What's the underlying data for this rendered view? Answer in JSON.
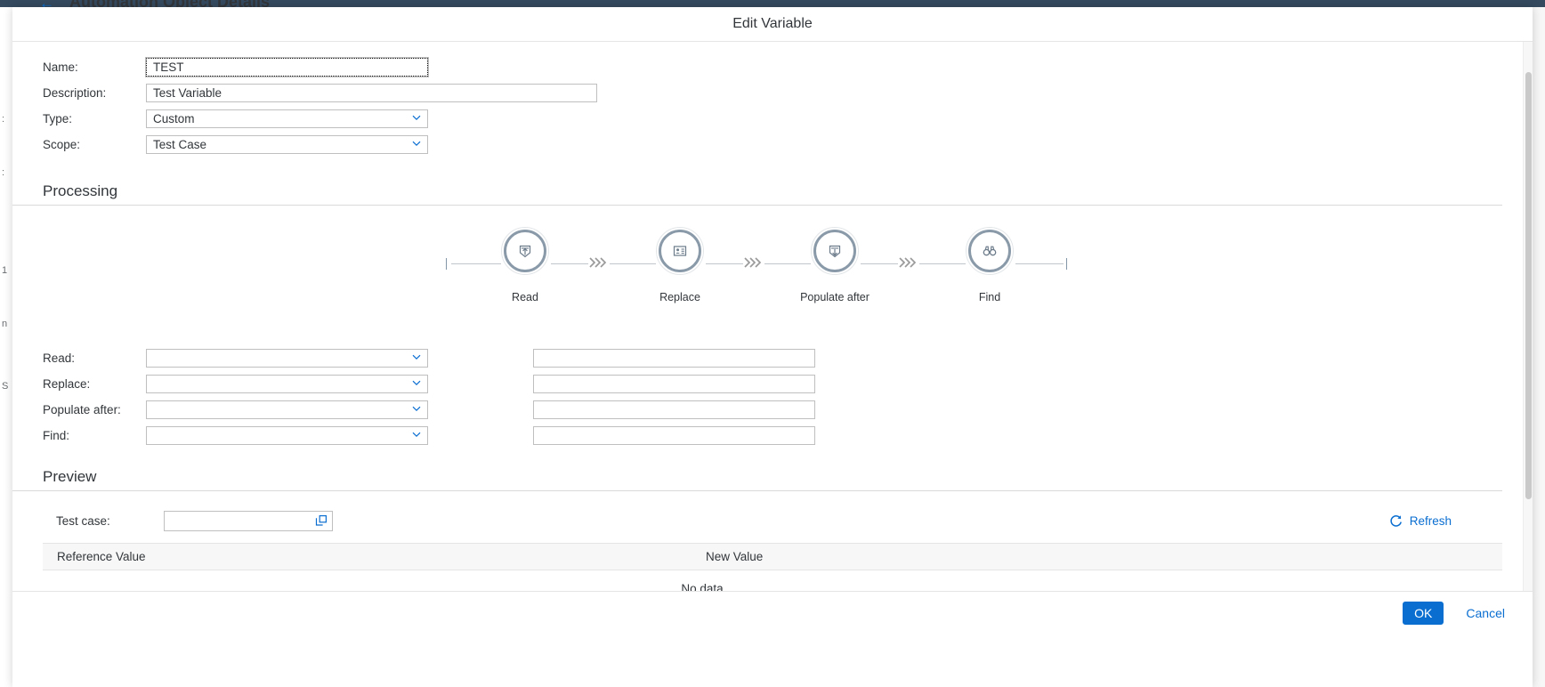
{
  "background": {
    "page_title": "Automation Object Details",
    "back_icon": "back-arrow-icon",
    "side_marks": [
      "",
      "",
      "",
      "",
      ""
    ]
  },
  "dialog": {
    "title": "Edit Variable",
    "footer": {
      "ok_label": "OK",
      "cancel_label": "Cancel"
    }
  },
  "form": {
    "name": {
      "label": "Name:",
      "value": "TEST",
      "placeholder": ""
    },
    "description": {
      "label": "Description:",
      "value": "Test Variable",
      "placeholder": ""
    },
    "type": {
      "label": "Type:",
      "value": "Custom",
      "placeholder": "",
      "icon": "chevron-down-icon"
    },
    "scope": {
      "label": "Scope:",
      "value": "Test Case",
      "placeholder": "",
      "icon": "chevron-down-icon"
    }
  },
  "processing": {
    "heading": "Processing",
    "steps": [
      {
        "label": "Read",
        "icon": "upload-icon"
      },
      {
        "label": "Replace",
        "icon": "contact-card-icon"
      },
      {
        "label": "Populate after",
        "icon": "download-icon"
      },
      {
        "label": "Find",
        "icon": "binoculars-icon"
      }
    ],
    "connector_icon": "triple-chevron-right-icon",
    "params": [
      {
        "label": "Read:",
        "select_value": "",
        "select_placeholder": "",
        "text_value": "",
        "text_placeholder": ""
      },
      {
        "label": "Replace:",
        "select_value": "",
        "select_placeholder": "",
        "text_value": "",
        "text_placeholder": ""
      },
      {
        "label": "Populate after:",
        "select_value": "",
        "select_placeholder": "",
        "text_value": "",
        "text_placeholder": ""
      },
      {
        "label": "Find:",
        "select_value": "",
        "select_placeholder": "",
        "text_value": "",
        "text_placeholder": ""
      }
    ]
  },
  "preview": {
    "heading": "Preview",
    "test_case": {
      "label": "Test case:",
      "value": "",
      "placeholder": "",
      "icon": "value-help-icon"
    },
    "refresh": {
      "label": "Refresh",
      "icon": "refresh-icon"
    },
    "table": {
      "columns": [
        "Reference Value",
        "New Value"
      ],
      "rows": [],
      "empty_text": "No data"
    }
  },
  "colors": {
    "accent": "#0a6ed1",
    "shell_bar": "#354a5f",
    "node_ring": "#8a9aa9",
    "text": "#32363a"
  }
}
